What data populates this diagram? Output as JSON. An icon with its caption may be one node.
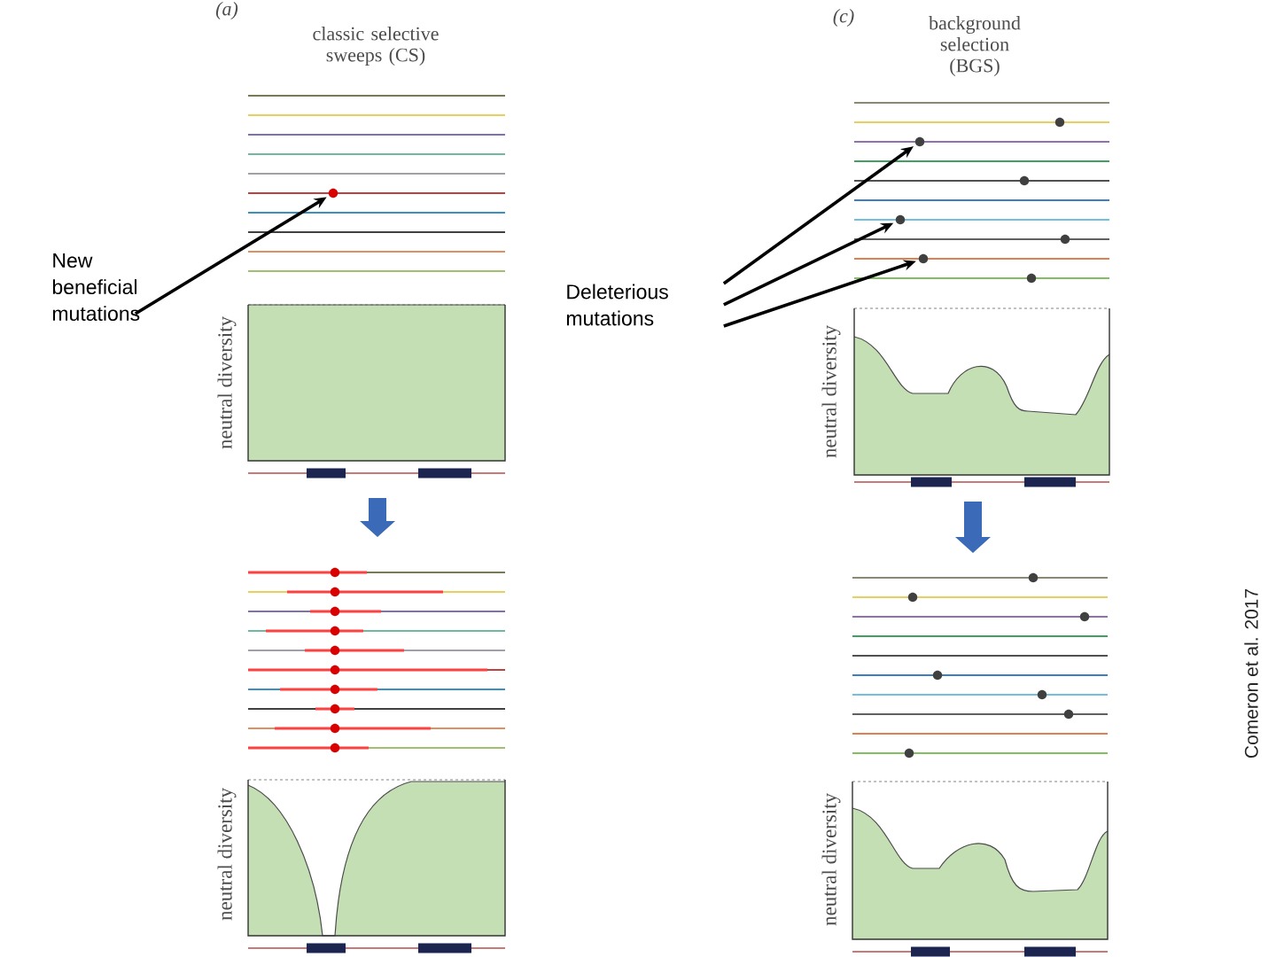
{
  "diagram": {
    "nodes": [
      {
        "text": [
          "New beneficial mutations"
        ]
      },
      {
        "text": [],
        "shape": "circle"
      },
      {
        "text": [
          "Deleterious mutations"
        ]
      },
      {
        "text": [],
        "shape": "circle"
      },
      {
        "text": [],
        "shape": "circle"
      },
      {
        "text": [],
        "shape": "circle"
      }
    ],
    "edges": [
      {
        "from": 0,
        "to": 1,
        "arrow": "to"
      },
      {
        "from": 2,
        "to": 3,
        "arrow": "to"
      },
      {
        "from": 2,
        "to": 4,
        "arrow": "to"
      },
      {
        "from": 2,
        "to": 5,
        "arrow": "to"
      }
    ],
    "labels": [
      "(a)",
      "classic selective sweeps (CS)",
      "(c)",
      "background selection (BGS)",
      "neutral diversity",
      "neutral diversity",
      "neutral diversity",
      "neutral diversity",
      "Comeron et al. 2017"
    ]
  }
}
